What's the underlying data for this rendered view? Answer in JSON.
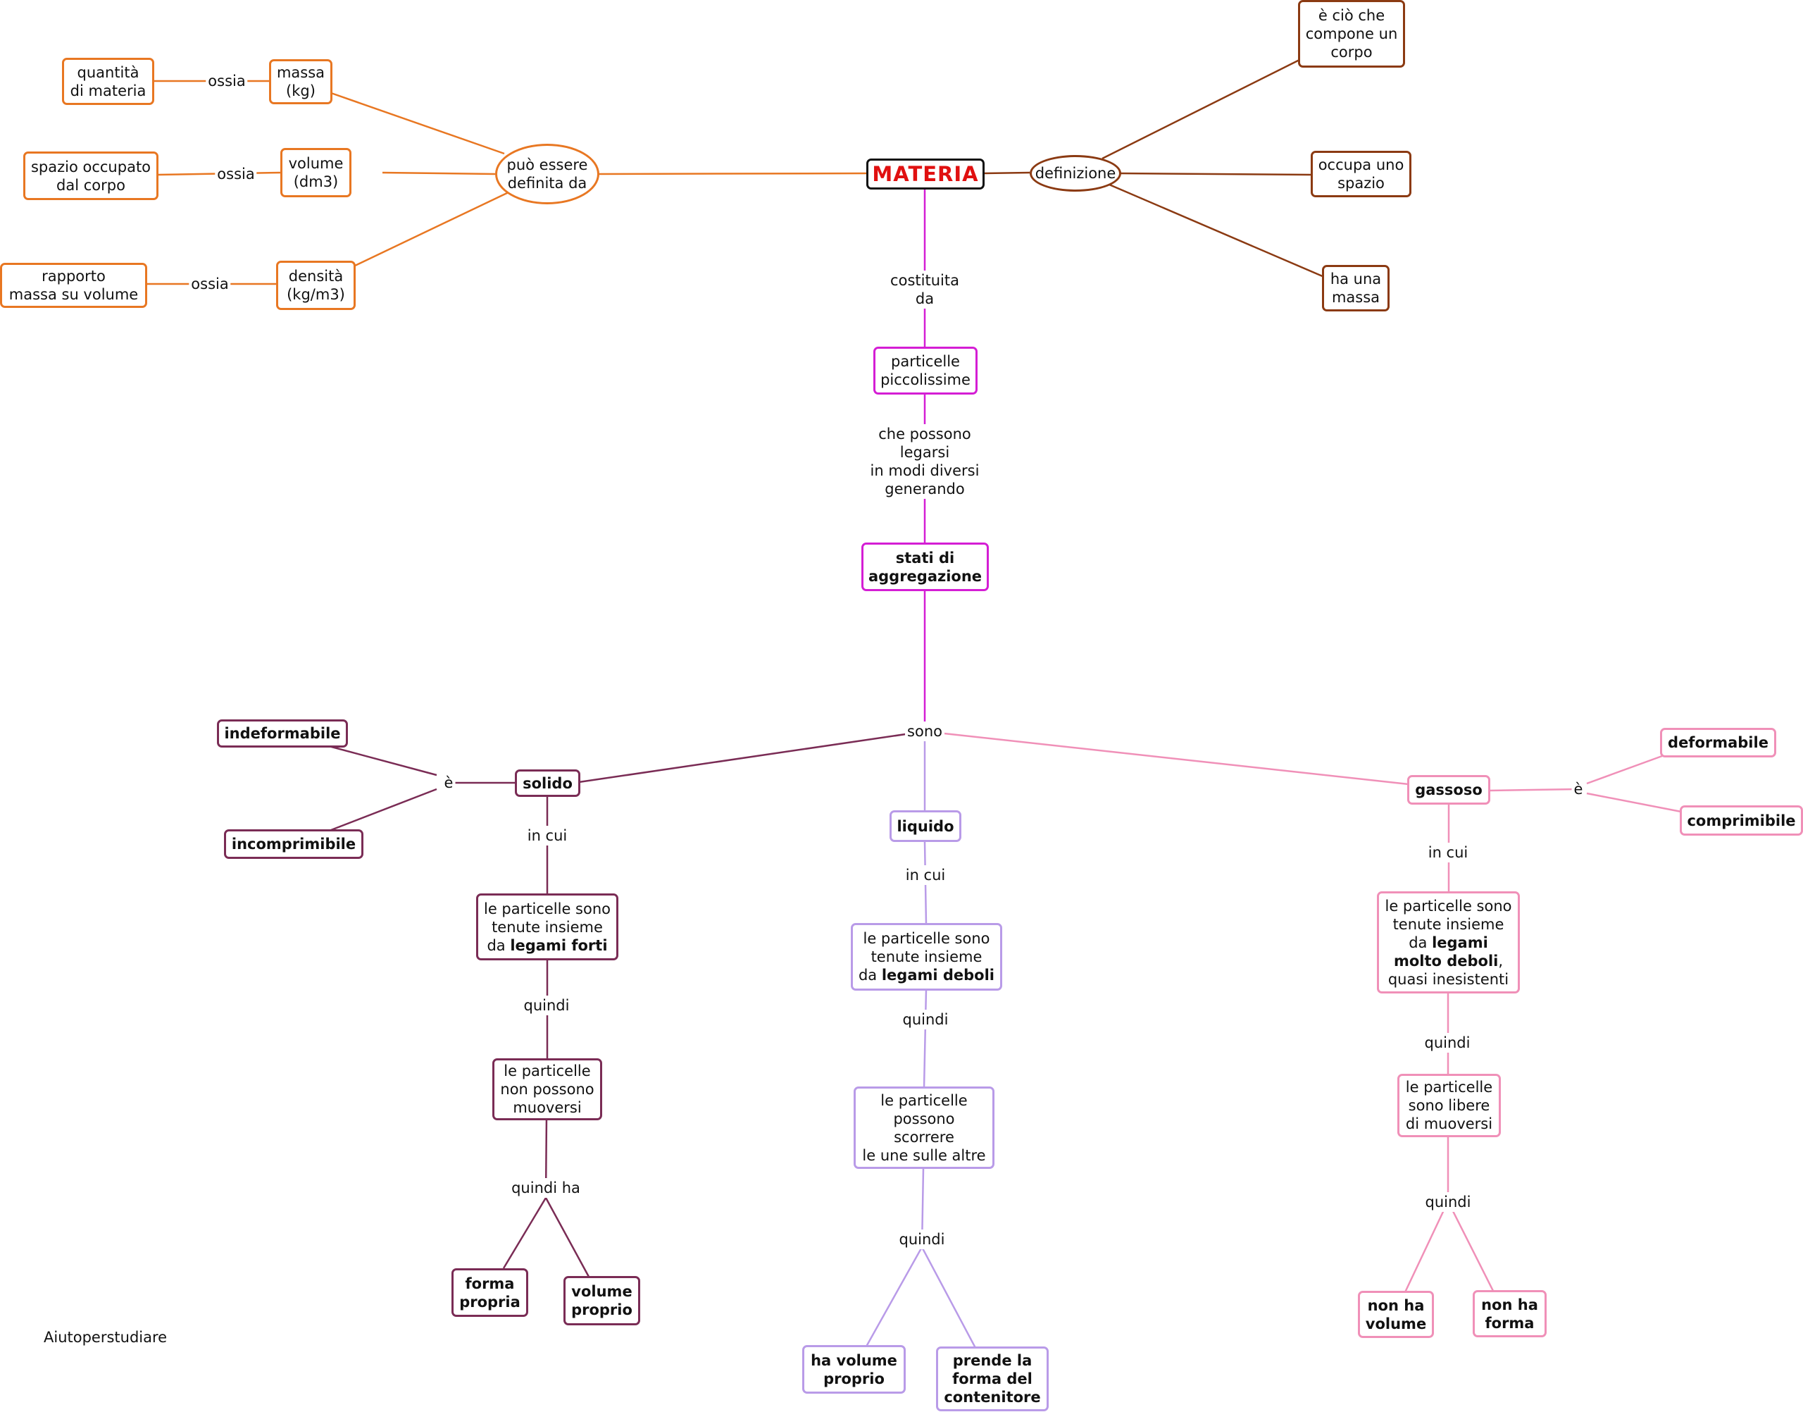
{
  "nodes": {
    "materia": "MATERIA",
    "definizione": "definizione",
    "def_compone": "è ciò che\ncompone un\ncorpo",
    "def_spazio": "occupa uno\nspazio",
    "def_massa": "ha una\nmassa",
    "puo_essere": "può essere\ndefinita da",
    "massa": "massa\n(kg)",
    "volume": "volume\n(dm3)",
    "densita": "densità\n(kg/m3)",
    "quantita": "quantità\ndi materia",
    "spazio_occupato": "spazio occupato\ndal corpo",
    "rapporto": "rapporto\nmassa su volume",
    "particelle": "particelle\npiccolissime",
    "stati": "stati di\naggregazione",
    "solido": "solido",
    "liquido": "liquido",
    "gassoso": "gassoso",
    "indeformabile": "indeformabile",
    "incomprimibile": "incomprimibile",
    "deformabile": "deformabile",
    "comprimibile": "comprimibile",
    "sol_part_pre": "le particelle sono\ntenute insieme\nda ",
    "sol_part_bold": "legami forti",
    "sol_nonmuov": "le particelle\nnon possono\nmuoversi",
    "sol_forma": "forma\npropria",
    "sol_volume": "volume\nproprio",
    "liq_part_pre": "le particelle sono\ntenute insieme\nda ",
    "liq_part_bold": "legami deboli",
    "liq_scorrere": "le particelle\npossono\nscorrere\nle une sulle altre",
    "liq_volume": "ha volume\nproprio",
    "liq_forma": "prende la\nforma del\ncontenitore",
    "gas_part_pre": "le particelle sono\ntenute insieme\nda ",
    "gas_part_bold1": "legami\nmolto  deboli",
    "gas_part_post": ",\nquasi inesistenti",
    "gas_libere": "le particelle\nsono libere\ndi muoversi",
    "gas_novolume": "non ha\nvolume",
    "gas_noforma": "non ha\nforma"
  },
  "labels": {
    "ossia_1": "ossia",
    "ossia_2": "ossia",
    "ossia_3": "ossia",
    "costituita": "costituita\nda",
    "che_possono": "che possono\nlegarsi\nin modi diversi\ngenerando",
    "sono": "sono",
    "e_solido": "è",
    "e_gassoso": "è",
    "in_cui_sol": "in cui",
    "in_cui_liq": "in cui",
    "in_cui_gas": "in cui",
    "quindi_sol": "quindi",
    "quindi_liq": "quindi",
    "quindi_gas": "quindi",
    "quindi_ha_sol": "quindi ha",
    "quindi_liq2": "quindi",
    "quindi_gas2": "quindi"
  },
  "colors": {
    "orange": "#e87722",
    "brown": "#8b3a12",
    "magenta": "#d41ed4",
    "plum": "#7a2c55",
    "lavender": "#b99be8",
    "pink": "#f090b8",
    "root_text": "#e01010"
  },
  "credit": "Aiutoperstudiare"
}
